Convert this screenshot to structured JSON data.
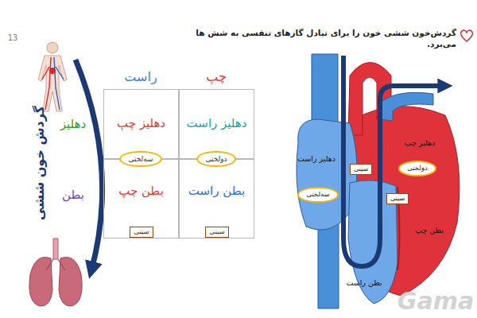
{
  "diagram": {
    "title": "گردش‌خون ششی خون را برای تبادل گازهای تنفسی به شش ها می‌برد.",
    "nodes": [
      {
        "text": [
          "دهلیز چپ"
        ]
      },
      {
        "text": [
          "دهلیز راست"
        ]
      },
      {
        "text": [
          "سه‌لختی"
        ]
      },
      {
        "text": [
          "دولختی"
        ]
      },
      {
        "text": [
          "بطن چپ"
        ]
      },
      {
        "text": [
          "بطن راست"
        ]
      },
      {
        "text": [
          "سینی"
        ],
        "in": 4
      },
      {
        "text": [
          "سینی"
        ],
        "in": 5
      },
      {
        "text": [
          "سه‌لختی"
        ]
      },
      {
        "text": [
          "سینی"
        ]
      },
      {
        "text": [
          "سینی"
        ]
      },
      {
        "text": [
          "دولختی"
        ]
      }
    ],
    "labels": [
      "13",
      "راست",
      "چپ",
      "دهلیز",
      "بطن",
      "گردش خون ششی",
      "دهلیز راست",
      "دهلیز چپ",
      "بطن چپ",
      "بطن راست",
      "Gama"
    ]
  }
}
